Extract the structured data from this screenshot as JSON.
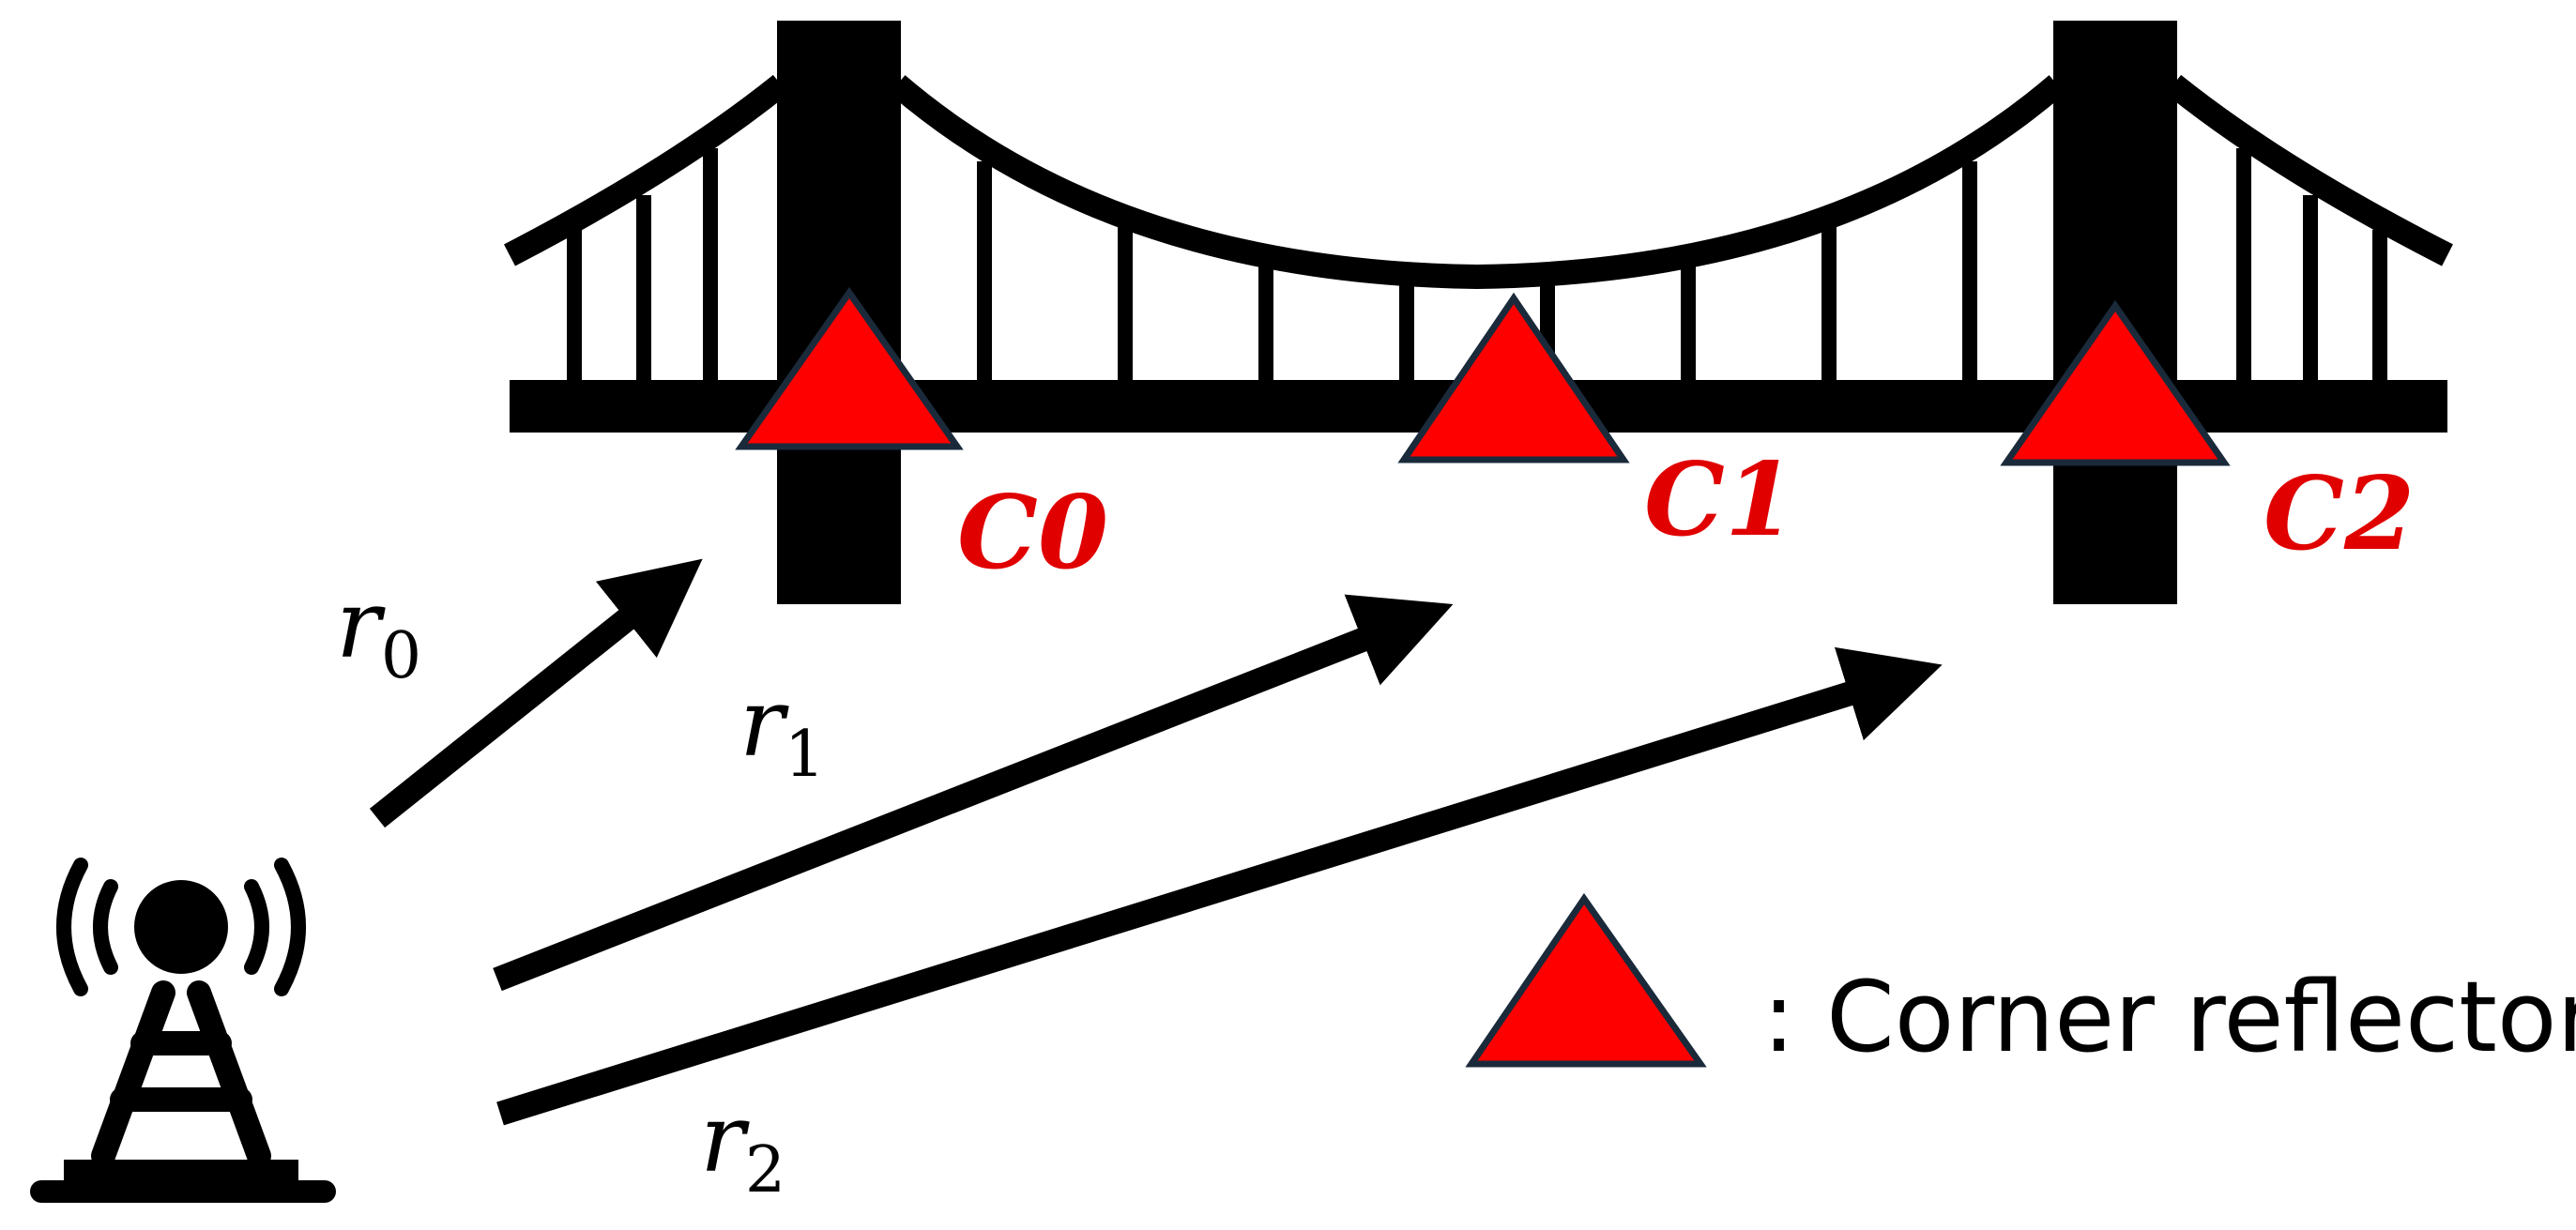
{
  "colors": {
    "structure": "#000000",
    "reflector_fill": "#ff0000",
    "reflector_stroke": "#1a2a3a",
    "reflector_label": "#e00000"
  },
  "icons": {
    "antenna": "radar-antenna-icon",
    "bridge": "suspension-bridge-icon",
    "reflector": "corner-reflector-triangle-icon"
  },
  "reflectors": [
    {
      "label": "C0"
    },
    {
      "label": "C1"
    },
    {
      "label": "C2"
    }
  ],
  "ranges": [
    {
      "symbol": "r",
      "sub": "0"
    },
    {
      "symbol": "r",
      "sub": "1"
    },
    {
      "symbol": "r",
      "sub": "2"
    }
  ],
  "legend": {
    "text": ": Corner reflector"
  }
}
